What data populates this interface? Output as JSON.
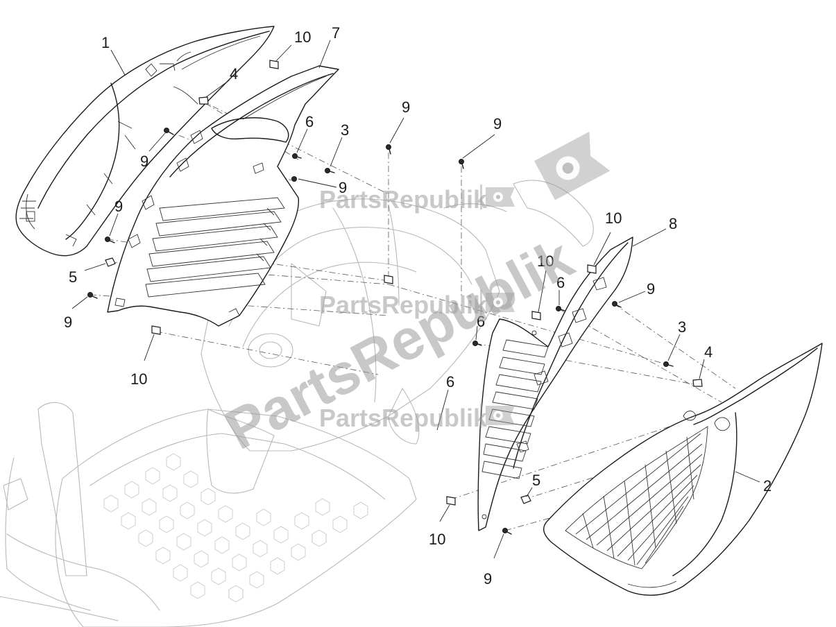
{
  "diagram": {
    "callouts": [
      {
        "id": "c1",
        "label": "1"
      },
      {
        "id": "c2",
        "label": "2"
      },
      {
        "id": "c3a",
        "label": "3"
      },
      {
        "id": "c3b",
        "label": "3"
      },
      {
        "id": "c4a",
        "label": "4"
      },
      {
        "id": "c4b",
        "label": "4"
      },
      {
        "id": "c5a",
        "label": "5"
      },
      {
        "id": "c5b",
        "label": "5"
      },
      {
        "id": "c6a",
        "label": "6"
      },
      {
        "id": "c6b",
        "label": "6"
      },
      {
        "id": "c6c",
        "label": "6"
      },
      {
        "id": "c6d",
        "label": "6"
      },
      {
        "id": "c7",
        "label": "7"
      },
      {
        "id": "c8",
        "label": "8"
      },
      {
        "id": "c9a",
        "label": "9"
      },
      {
        "id": "c9b",
        "label": "9"
      },
      {
        "id": "c9c",
        "label": "9"
      },
      {
        "id": "c9d",
        "label": "9"
      },
      {
        "id": "c9e",
        "label": "9"
      },
      {
        "id": "c9f",
        "label": "9"
      },
      {
        "id": "c9g",
        "label": "9"
      },
      {
        "id": "c9h",
        "label": "9"
      },
      {
        "id": "c10a",
        "label": "10"
      },
      {
        "id": "c10b",
        "label": "10"
      },
      {
        "id": "c10c",
        "label": "10"
      },
      {
        "id": "c10d",
        "label": "10"
      },
      {
        "id": "c10e",
        "label": "10"
      }
    ],
    "watermark": {
      "text": "PartsRepublik",
      "diagonal_text": "PartsRepublik",
      "icon": "gear-icon"
    }
  },
  "colors": {
    "line": "#1a1a1a",
    "ghost_line": "#b8b8b8",
    "watermark": "#9a9a9a",
    "background": "#ffffff"
  }
}
